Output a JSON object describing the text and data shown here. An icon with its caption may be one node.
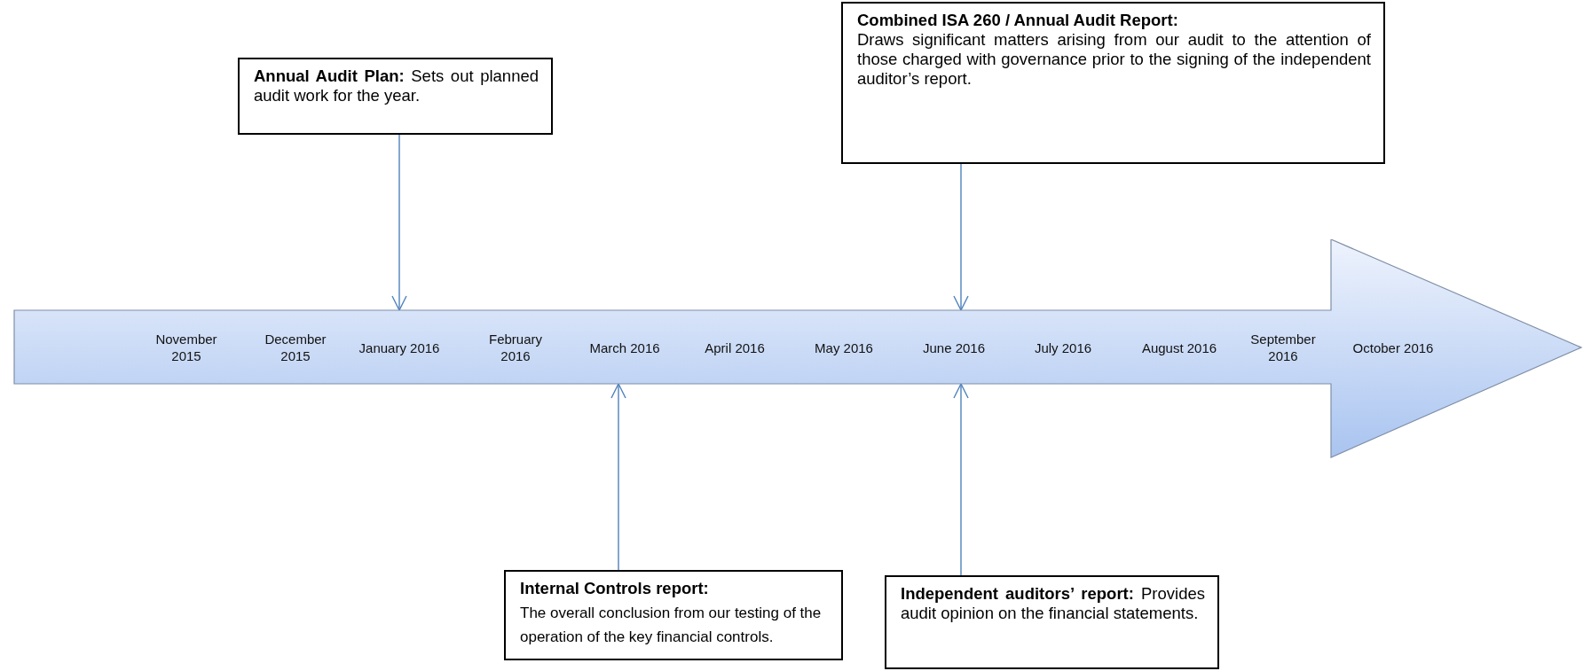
{
  "diagram": {
    "nodes": [
      {
        "text": [
          "**Annual Audit Plan:** Sets out planned audit work for the year."
        ]
      },
      {
        "text": [
          "**Combined ISA 260 / Annual Audit Report**:",
          "Draws significant matters arising from our audit to the attention of those charged with governance prior to the signing of the independent auditor’s report."
        ]
      },
      {
        "text": [
          "November 2015",
          "December 2015",
          "January 2016",
          "February 2016",
          "March 2016",
          "April 2016",
          "May 2016",
          "June 2016",
          "July 2016",
          "August 2016",
          "September 2016",
          "October 2016"
        ]
      },
      {
        "text": [
          "Internal Controls report:",
          "The overall conclusion from our testing of the operation of the key financial controls."
        ]
      },
      {
        "text": [
          "**Independent auditors’ report:** Provides audit opinion on the financial statements."
        ]
      }
    ],
    "edges": [
      {
        "from": 0,
        "to": 2,
        "arrow": "to"
      },
      {
        "from": 1,
        "to": 2,
        "arrow": "to"
      },
      {
        "from": 3,
        "to": 2,
        "arrow": "to"
      },
      {
        "from": 4,
        "to": 2,
        "arrow": "to"
      }
    ]
  }
}
